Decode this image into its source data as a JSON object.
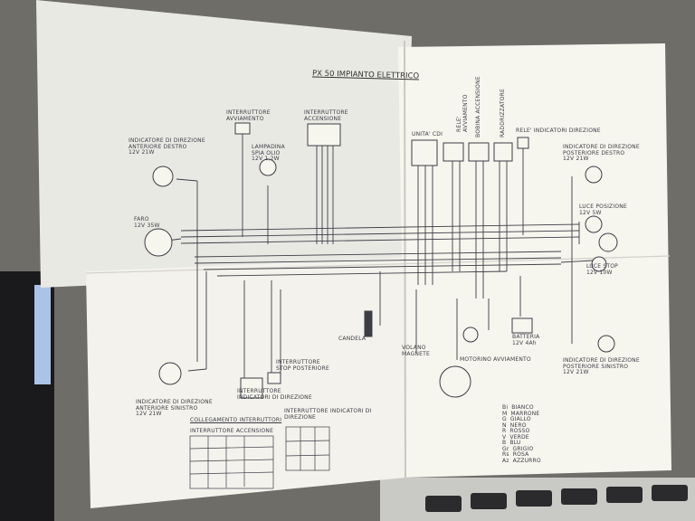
{
  "diagram": {
    "title": "PX 50 IMPIANTO ELETTRICO",
    "labels": {
      "ind_ant_dx": "INDICATORE DI DIREZIONE\nANTERIORE DESTRO\n12V  21W",
      "faro": "FARO\n12V  35W",
      "int_avviamento": "INTERRUTTORE\nAVVIAMENTO",
      "lampadina_spia": "LAMPADINA\nSPIA OLIO\n12V  1,2W",
      "int_accensione": "INTERRUTTORE\nACCENSIONE",
      "unita_cdi": "UNITA' CDI",
      "rele_avviamento": "RELE'\nAVVIAMENTO",
      "bobina": "BOBINA ACCENSIONE",
      "raddrizzatore": "RADDRIZZATORE",
      "rele_indicatori": "RELE' INDICATORI DIREZIONE",
      "ind_post_dx": "INDICATORE DI DIREZIONE\nPOSTERIORE DESTRO\n12V  21W",
      "luce_posizione": "LUCE POSIZIONE\n12V  5W",
      "stop": "LUCE STOP\n12V  10W",
      "candela": "CANDELA",
      "volano": "VOLANO\nMAGNETE",
      "motorino": "MOTORINO AVVIAMENTO",
      "batteria": "BATTERIA\n12V  4Ah",
      "ind_post_sx": "INDICATORE DI DIREZIONE\nPOSTERIORE SINISTRO\n12V  21W",
      "ind_ant_sx": "INDICATORE DI DIREZIONE\nANTERIORE SINISTRO\n12V  21W",
      "int_stop": "INTERRUTTORE\nSTOP POSTERIORE",
      "int_indicatori": "INTERRUTTORE\nINDICATORI DI DIREZIONE",
      "collegamento": "COLLEGAMENTO INTERRUTTORI",
      "coll_accensione": "INTERRUTTORE ACCENSIONE",
      "coll_indicatori": "INTERRUTTORE INDICATORI DI DIREZIONE"
    },
    "legend": [
      {
        "code": "Bi",
        "name": "BIANCO"
      },
      {
        "code": "M",
        "name": "MARRONE"
      },
      {
        "code": "G",
        "name": "GIALLO"
      },
      {
        "code": "N",
        "name": "NERO"
      },
      {
        "code": "R",
        "name": "ROSSO"
      },
      {
        "code": "V",
        "name": "VERDE"
      },
      {
        "code": "B",
        "name": "BLU"
      },
      {
        "code": "Gr",
        "name": "GRIGIO"
      },
      {
        "code": "Rs",
        "name": "ROSA"
      },
      {
        "code": "Az",
        "name": "AZZURRO"
      }
    ]
  },
  "colors": {
    "paper": "#f4f3ec",
    "paper_shadow": "#e4e4dc",
    "ink": "#3d3d46",
    "desk": "#6b6a66",
    "keyboard": "#2b2b2d"
  }
}
